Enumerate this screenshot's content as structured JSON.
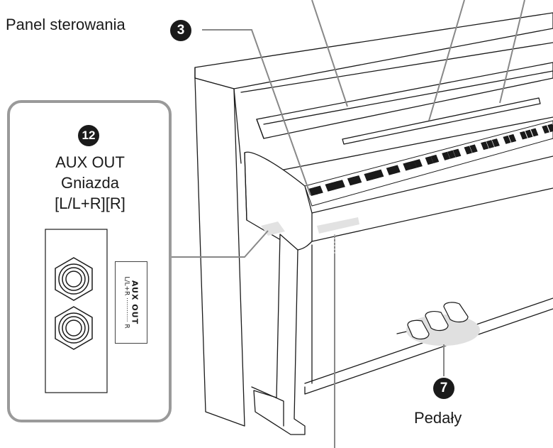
{
  "labels": {
    "control_panel": "Panel sterowania",
    "pedals": "Pedały"
  },
  "badges": {
    "control_panel_num": "3",
    "aux_out_num": "12",
    "pedals_num": "7"
  },
  "inset": {
    "title_line1": "AUX OUT",
    "title_line2": "Gniazda",
    "title_line3": "[L/L+R][R]",
    "panel_label_title": "AUX OUT",
    "panel_label_sub": "L/L+R ············ R"
  },
  "colors": {
    "line": "#1a1a1a",
    "leader": "#888888",
    "inset_border": "#9a9a9a",
    "highlight": "#e2e2e2",
    "badge": "#1a1a1a"
  }
}
